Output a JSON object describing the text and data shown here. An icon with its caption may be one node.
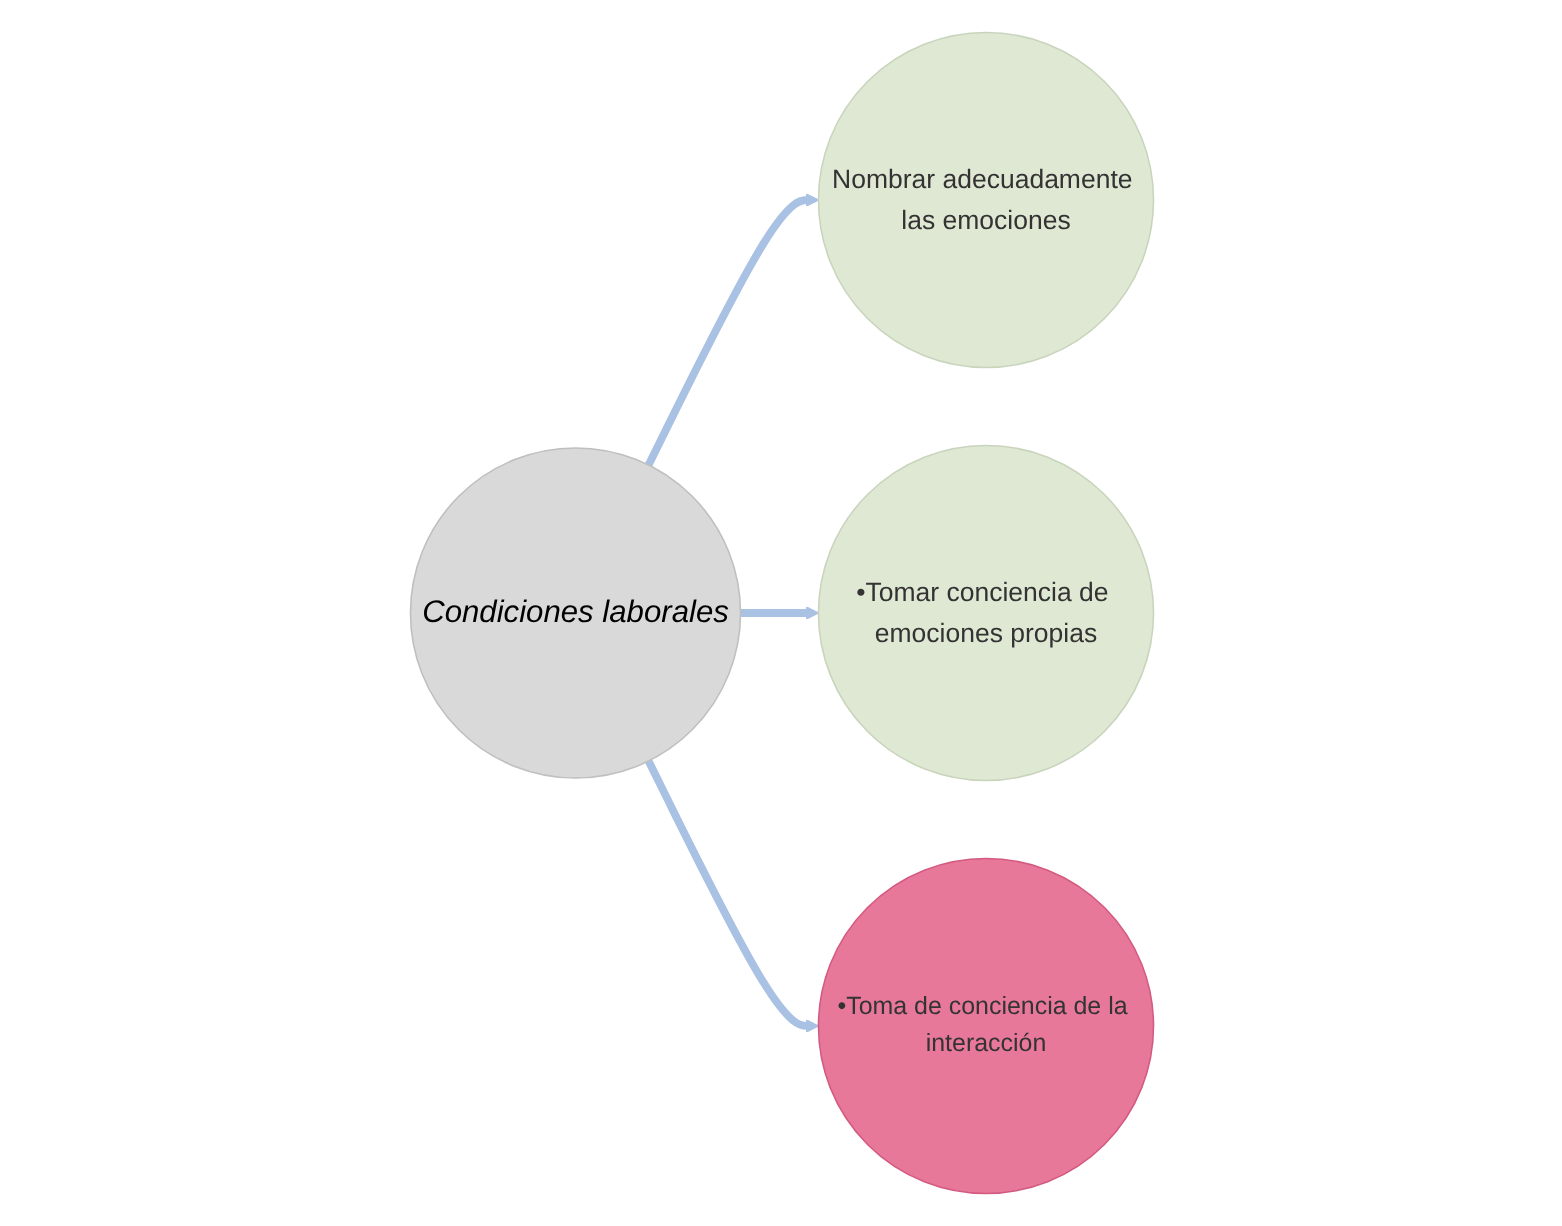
{
  "diagram": {
    "nodes": [
      {
        "text": [
          "Nombrar adecuadamente las emociones"
        ]
      },
      {
        "text": [
          "Condiciones laborales"
        ]
      },
      {
        "text": [
          "•Tomar conciencia de emociones propias"
        ]
      },
      {
        "text": [
          "•Toma de conciencia de la interacción"
        ]
      }
    ],
    "edges": [
      {
        "from": 1,
        "to": 0,
        "arrow": "to"
      },
      {
        "from": 1,
        "to": 2,
        "arrow": "to"
      },
      {
        "from": 1,
        "to": 3,
        "arrow": "to"
      }
    ]
  }
}
